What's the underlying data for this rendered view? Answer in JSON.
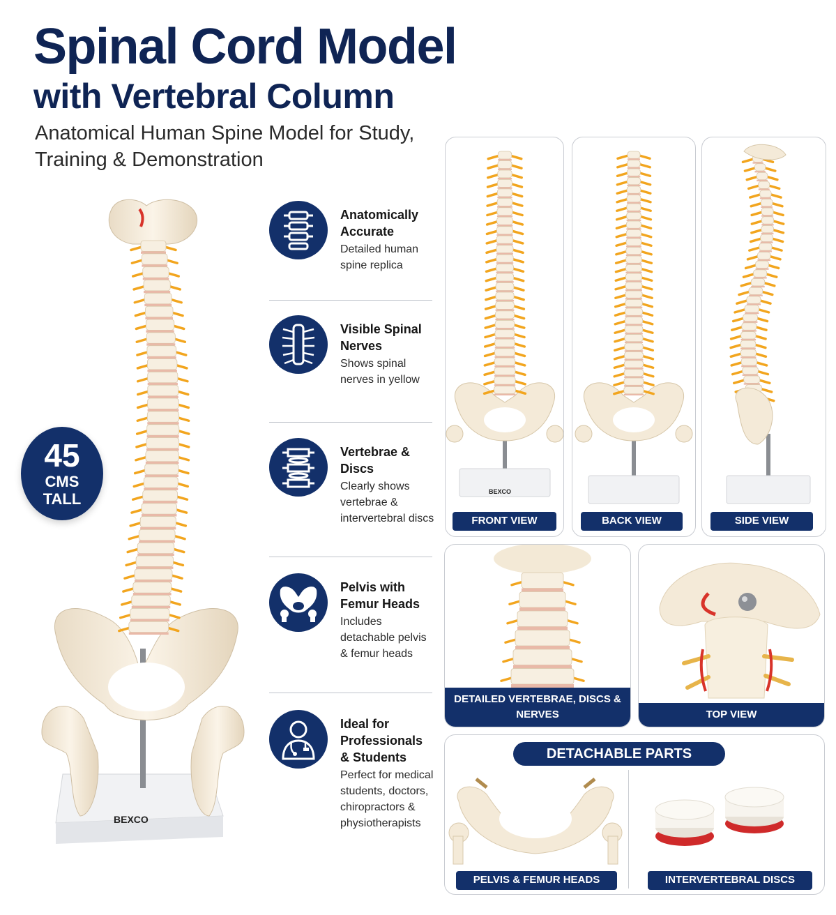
{
  "header": {
    "title_line1": "Spinal Cord Model",
    "title_line2": "with Vertebral Column",
    "subtitle": "Anatomical Human Spine Model for Study, Training & Demonstration"
  },
  "hero": {
    "badge_number": "45",
    "badge_unit_1": "CMS",
    "badge_unit_2": "TALL",
    "base_brand": "BEXCO"
  },
  "features": [
    {
      "title": "Anatomically Accurate",
      "desc": "Detailed human spine replica",
      "icon": "vertebra-stack-icon"
    },
    {
      "title": "Visible Spinal Nerves",
      "desc": "Shows spinal nerves in yellow",
      "icon": "spinal-nerves-icon"
    },
    {
      "title": "Vertebrae & Discs",
      "desc": "Clearly shows vertebrae & intervertebral discs",
      "icon": "vertebrae-discs-icon"
    },
    {
      "title": "Pelvis with Femur Heads",
      "desc": "Includes detachable pelvis & femur heads",
      "icon": "pelvis-icon"
    },
    {
      "title": "Ideal for Professionals & Students",
      "desc": "Perfect for medical students, doctors, chiropractors & physiotherapists",
      "icon": "doctor-icon"
    }
  ],
  "views": {
    "front": "FRONT VIEW",
    "back": "BACK VIEW",
    "side": "SIDE VIEW",
    "front_base_brand": "BEXCO"
  },
  "details": {
    "vertebrae_label": "DETAILED VERTEBRAE, DISCS & NERVES",
    "top_label": "TOP VIEW"
  },
  "detachable": {
    "heading": "DETACHABLE PARTS",
    "pelvis_label": "PELVIS & FEMUR HEADS",
    "discs_label": "INTERVERTEBRAL DISCS"
  },
  "colors": {
    "navy": "#13306a",
    "title_navy": "#0f2454",
    "bone": "#f5ecdd",
    "nerve_yellow": "#f2a51e",
    "artery_red": "#d8332a"
  }
}
